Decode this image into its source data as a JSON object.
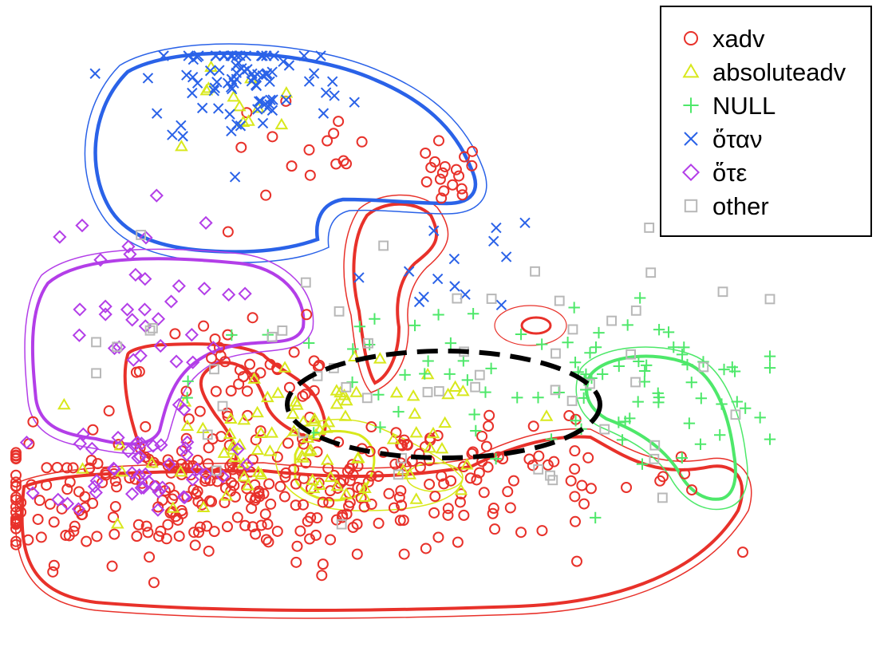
{
  "chart_data": {
    "type": "scatter",
    "title": "",
    "xlabel": "",
    "ylabel": "",
    "axes_visible": false,
    "grid": false,
    "legend_position": "top-right",
    "contours": true,
    "highlight": "dashed ellipse around the central overlap region",
    "series": [
      {
        "name": "xadv",
        "marker": "circle",
        "color": "#e8312a",
        "clusters": [
          {
            "center": [
              -0.55,
              -0.6
            ],
            "spread": [
              0.38,
              0.12
            ],
            "n": 250
          },
          {
            "center": [
              0.15,
              -0.55
            ],
            "spread": [
              0.35,
              0.1
            ],
            "n": 90
          },
          {
            "center": [
              -0.4,
              -0.15
            ],
            "spread": [
              0.15,
              0.15
            ],
            "n": 40
          },
          {
            "center": [
              0.12,
              0.52
            ],
            "spread": [
              0.05,
              0.07
            ],
            "n": 18
          },
          {
            "center": [
              -0.25,
              0.62
            ],
            "spread": [
              0.12,
              0.1
            ],
            "n": 15
          }
        ]
      },
      {
        "name": "absoluteadv",
        "marker": "triangle",
        "color": "#d8e81c",
        "clusters": [
          {
            "center": [
              -0.2,
              -0.4
            ],
            "spread": [
              0.25,
              0.12
            ],
            "n": 90
          },
          {
            "center": [
              -0.45,
              0.78
            ],
            "spread": [
              0.1,
              0.1
            ],
            "n": 12
          }
        ]
      },
      {
        "name": "NULL",
        "marker": "plus",
        "color": "#4ee86a",
        "clusters": [
          {
            "center": [
              0.65,
              -0.2
            ],
            "spread": [
              0.2,
              0.12
            ],
            "n": 55
          },
          {
            "center": [
              0.05,
              -0.2
            ],
            "spread": [
              0.3,
              0.15
            ],
            "n": 35
          }
        ]
      },
      {
        "name": "ὅταν",
        "marker": "x",
        "color": "#2a62e8",
        "clusters": [
          {
            "center": [
              -0.42,
              0.88
            ],
            "spread": [
              0.14,
              0.12
            ],
            "n": 85
          },
          {
            "center": [
              0.15,
              0.25
            ],
            "spread": [
              0.12,
              0.12
            ],
            "n": 14
          }
        ]
      },
      {
        "name": "ὅτε",
        "marker": "diamond",
        "color": "#b33ee8",
        "clusters": [
          {
            "center": [
              -0.7,
              -0.5
            ],
            "spread": [
              0.12,
              0.08
            ],
            "n": 45
          },
          {
            "center": [
              -0.75,
              0.05
            ],
            "spread": [
              0.14,
              0.18
            ],
            "n": 35
          }
        ]
      },
      {
        "name": "other",
        "marker": "square",
        "color": "#b8b8b8",
        "clusters": [
          {
            "center": [
              0.05,
              -0.15
            ],
            "spread": [
              0.45,
              0.25
            ],
            "n": 55
          }
        ]
      }
    ],
    "xlim": [
      -1,
      1
    ],
    "ylim": [
      -1,
      1
    ]
  }
}
